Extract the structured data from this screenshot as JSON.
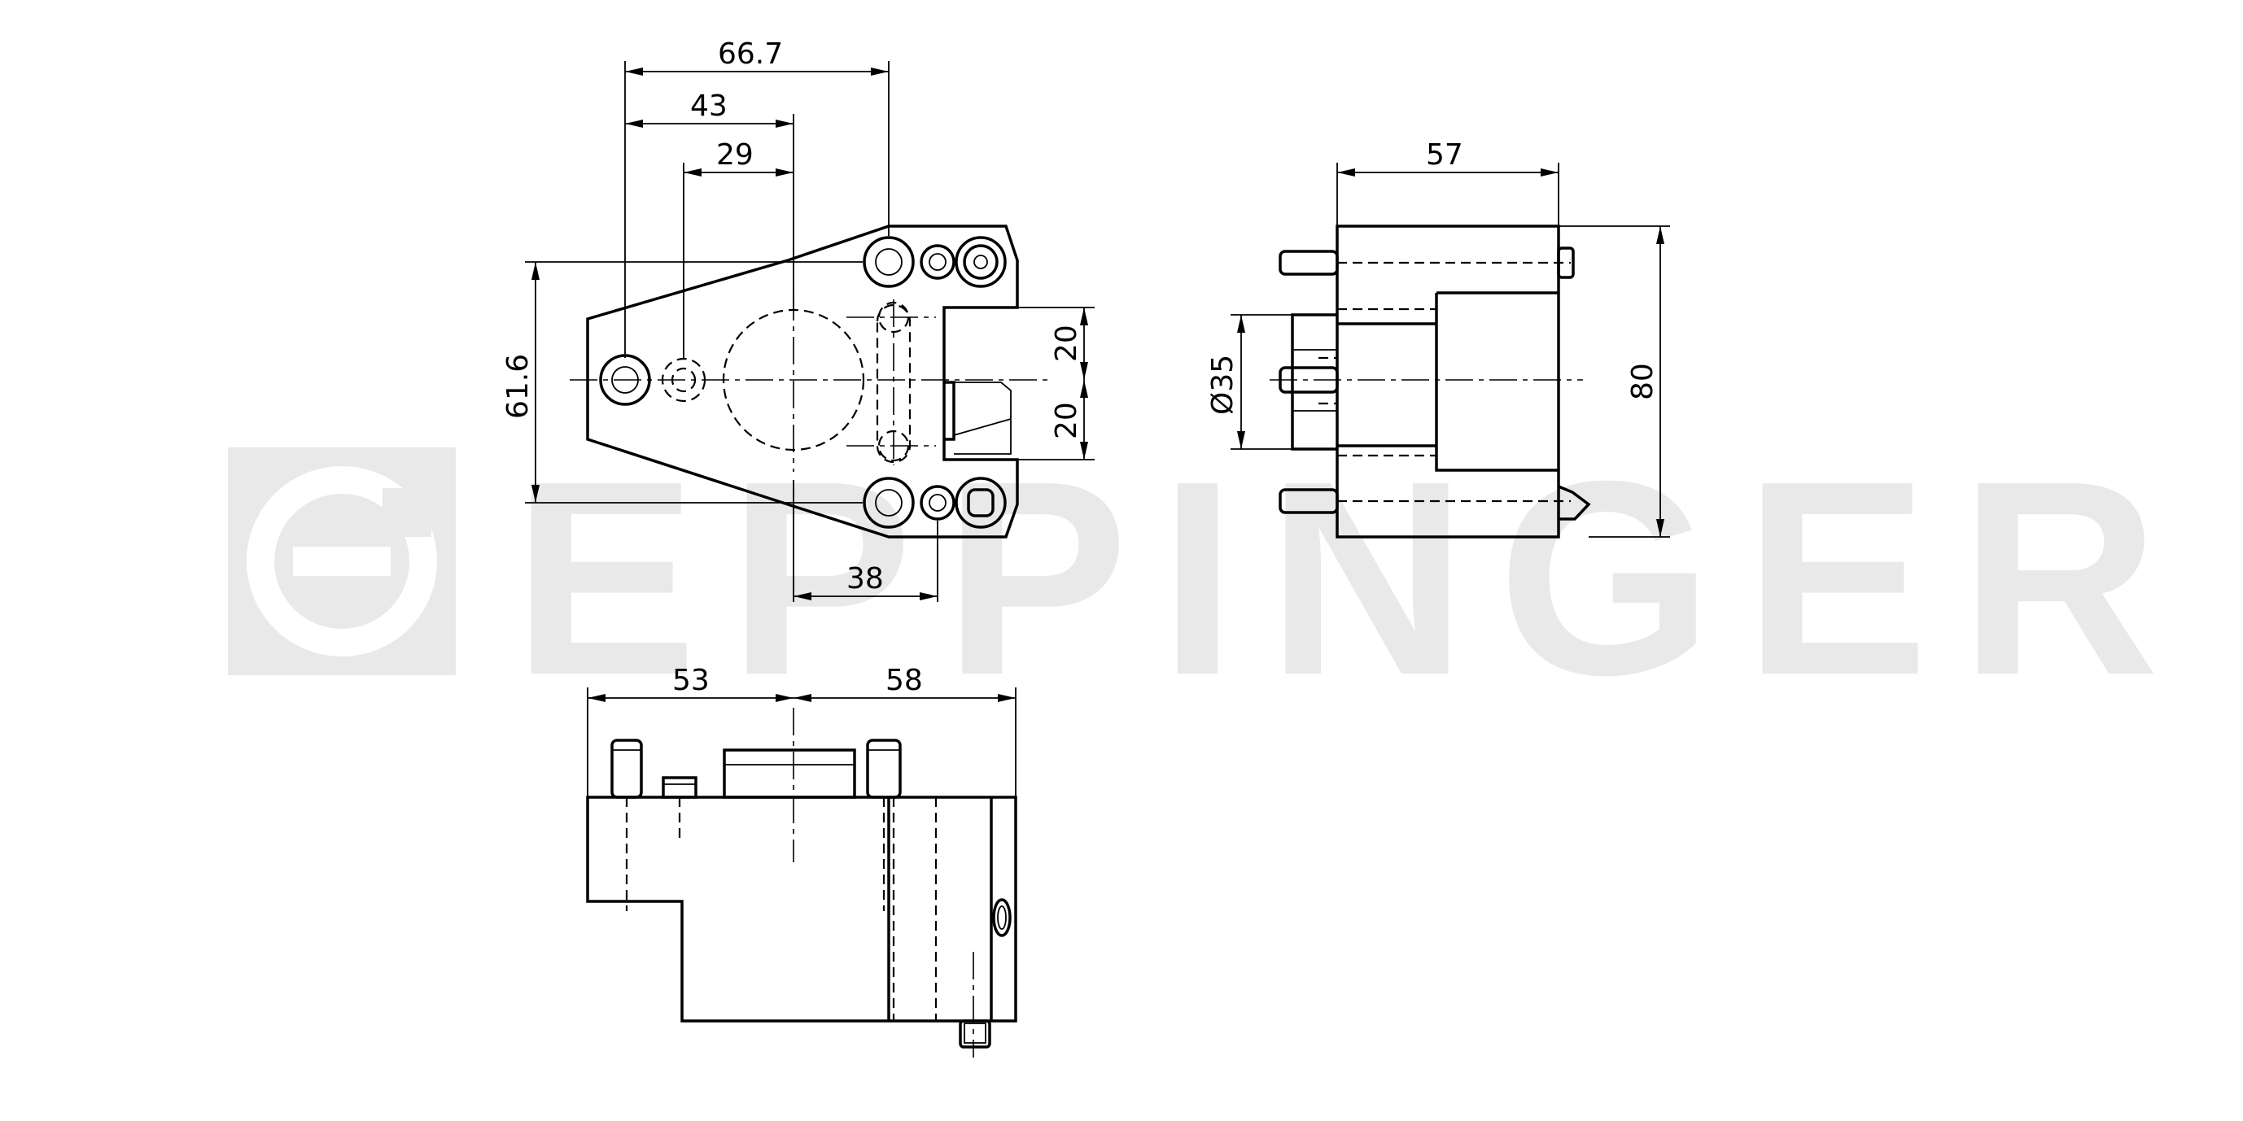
{
  "watermark": {
    "brand": "EPPINGER"
  },
  "dimensions": {
    "front_width_outer": "66.7",
    "front_width_mid": "43",
    "front_width_inner": "29",
    "front_height": "61.6",
    "front_slot_upper": "20",
    "front_slot_lower": "20",
    "front_bottom": "38",
    "side_width": "57",
    "side_diameter": "Ø35",
    "side_height": "80",
    "top_left": "53",
    "top_right": "58"
  },
  "colors": {
    "line": "#000000",
    "watermark": "#e9e9e9",
    "background": "#ffffff"
  }
}
